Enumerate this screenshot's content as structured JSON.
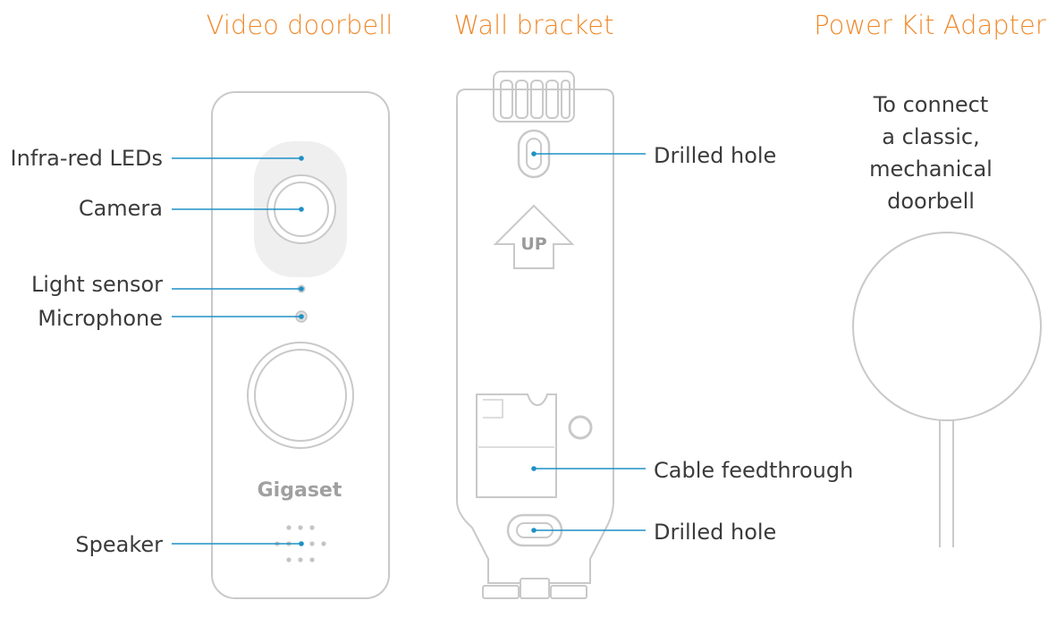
{
  "titles": {
    "video_doorbell": "Video doorbell",
    "wall_bracket": "Wall bracket",
    "power_kit_adapter": "Power Kit Adapter"
  },
  "doorbell": {
    "brand": "Gigaset",
    "callouts": {
      "infrared_leds": "Infra-red LEDs",
      "camera": "Camera",
      "light_sensor": "Light sensor",
      "microphone": "Microphone",
      "speaker": "Speaker"
    }
  },
  "bracket": {
    "up_marker": "UP",
    "callouts": {
      "drilled_hole_top": "Drilled hole",
      "cable_feedthrough": "Cable feedthrough",
      "drilled_hole_bottom": "Drilled hole"
    }
  },
  "adapter": {
    "description_lines": [
      "To connect",
      "a classic,",
      "mechanical",
      "doorbell"
    ]
  },
  "colors": {
    "title_orange": "#f08a2c",
    "leader_blue": "#1f90c5",
    "outline_grey": "#c9c9c9",
    "text_dark": "#3b3b3b"
  }
}
